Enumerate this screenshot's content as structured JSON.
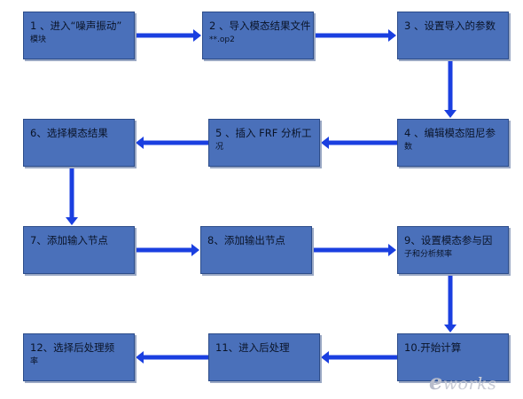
{
  "steps": [
    {
      "id": "s1",
      "lines": [
        "1 、进入“噪声振动”",
        "模块"
      ]
    },
    {
      "id": "s2",
      "lines": [
        "2 、导入模态结果文件",
        "**.op2"
      ]
    },
    {
      "id": "s3",
      "lines": [
        "3 、设置导入的参数"
      ]
    },
    {
      "id": "s4",
      "lines": [
        "4 、编辑模态阻尼参",
        "数"
      ]
    },
    {
      "id": "s5",
      "lines": [
        "5 、插入 FRF 分析工",
        "况"
      ]
    },
    {
      "id": "s6",
      "lines": [
        "6、选择模态结果"
      ]
    },
    {
      "id": "s7",
      "lines": [
        "7、添加输入节点"
      ]
    },
    {
      "id": "s8",
      "lines": [
        "8、添加输出节点"
      ]
    },
    {
      "id": "s9",
      "lines": [
        "9、设置模态参与因",
        "子和分析频率"
      ]
    },
    {
      "id": "s10",
      "lines": [
        "10.开始计算"
      ]
    },
    {
      "id": "s11",
      "lines": [
        "11、进入后处理"
      ]
    },
    {
      "id": "s12",
      "lines": [
        "12、选择后处理频",
        "率"
      ]
    }
  ],
  "connections": [
    {
      "from": "s1",
      "to": "s2",
      "dir": "right"
    },
    {
      "from": "s2",
      "to": "s3",
      "dir": "right"
    },
    {
      "from": "s3",
      "to": "s4",
      "dir": "down"
    },
    {
      "from": "s4",
      "to": "s5",
      "dir": "left"
    },
    {
      "from": "s5",
      "to": "s6",
      "dir": "left"
    },
    {
      "from": "s6",
      "to": "s7",
      "dir": "down"
    },
    {
      "from": "s7",
      "to": "s8",
      "dir": "right"
    },
    {
      "from": "s8",
      "to": "s9",
      "dir": "right"
    },
    {
      "from": "s9",
      "to": "s10",
      "dir": "down"
    },
    {
      "from": "s10",
      "to": "s11",
      "dir": "left"
    },
    {
      "from": "s11",
      "to": "s12",
      "dir": "left"
    }
  ],
  "watermark": {
    "prefix": "e",
    "rest": "works"
  },
  "colors": {
    "box": "#4a70ba",
    "arrow": "#1a3fe0"
  }
}
